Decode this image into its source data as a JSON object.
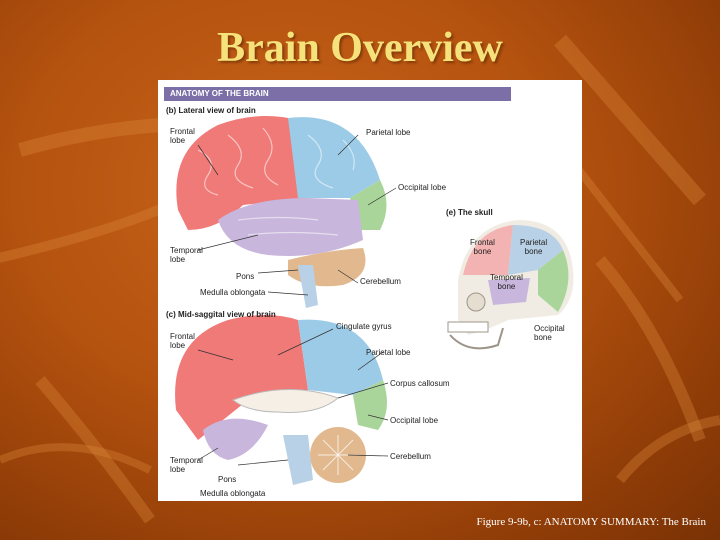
{
  "slide": {
    "title": "Brain Overview",
    "caption": "Figure 9-9b, c: ANATOMY SUMMARY:  The Brain"
  },
  "figure": {
    "header": "ANATOMY OF THE BRAIN",
    "lateral": {
      "heading": "(b) Lateral view of brain",
      "frontal_lobe": [
        "Frontal",
        "lobe"
      ],
      "parietal_lobe": "Parietal lobe",
      "occipital_lobe": "Occipital lobe",
      "temporal_lobe": [
        "Temporal",
        "lobe"
      ],
      "pons": "Pons",
      "cerebellum": "Cerebellum",
      "medulla": "Medulla oblongata"
    },
    "skull": {
      "heading": "(e) The skull",
      "frontal_bone": [
        "Frontal",
        "bone"
      ],
      "parietal_bone": [
        "Parietal",
        "bone"
      ],
      "temporal_bone": [
        "Temporal",
        "bone"
      ],
      "occipital_bone": [
        "Occipital",
        "bone"
      ]
    },
    "midsagittal": {
      "heading": "(c) Mid-saggital view of brain",
      "frontal_lobe": [
        "Frontal",
        "lobe"
      ],
      "cingulate_gyrus": "Cingulate gyrus",
      "parietal_lobe": "Parietal lobe",
      "corpus_callosum": "Corpus callosum",
      "occipital_lobe": "Occipital lobe",
      "temporal_lobe": [
        "Temporal",
        "lobe"
      ],
      "cerebellum": "Cerebellum",
      "pons": "Pons",
      "medulla": "Medulla oblongata"
    }
  },
  "colors": {
    "frontal": "#f07a78",
    "parietal": "#9ccbe8",
    "occipital": "#a9d59a",
    "temporal": "#c8b6dc",
    "cerebellum": "#e2b98f",
    "brainstem": "#b9d1e6"
  }
}
